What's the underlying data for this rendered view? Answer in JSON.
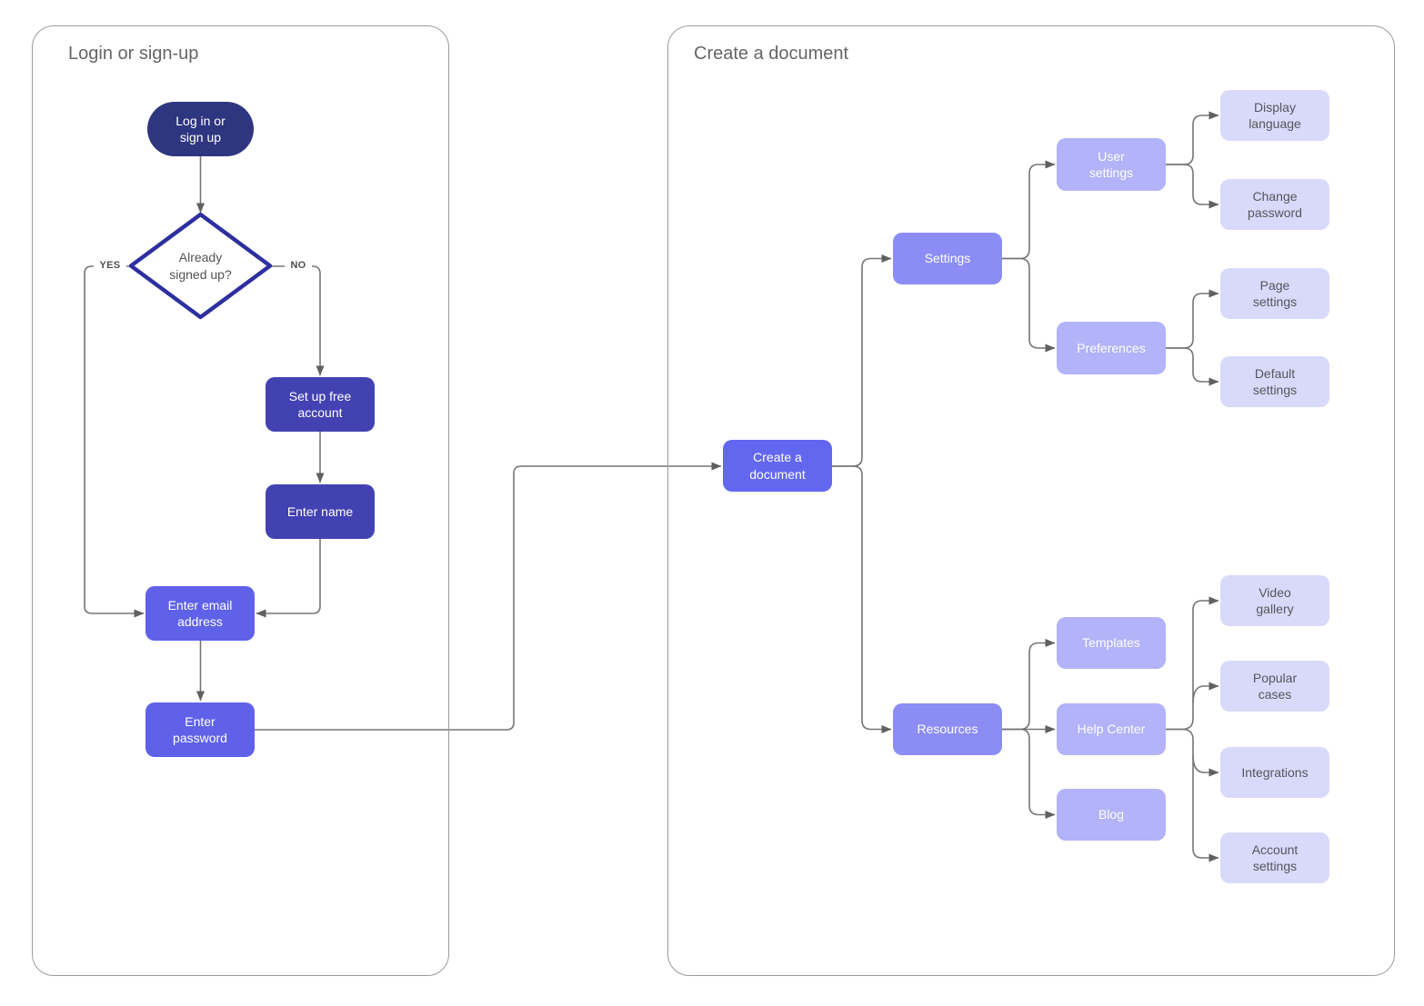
{
  "containers": {
    "login": {
      "title": "Login or sign-up"
    },
    "create": {
      "title": "Create a document"
    }
  },
  "edge_labels": {
    "yes": "YES",
    "no": "NO"
  },
  "nodes": {
    "login_start": {
      "label": "Log in or\nsign up",
      "color": "#2f3680"
    },
    "already_signed_up": {
      "label": "Already\nsigned up?",
      "border_color": "#2d2fa0",
      "fill": "#ffffff"
    },
    "setup_free_account": {
      "label": "Set up free\naccount",
      "color": "#4342b2"
    },
    "enter_name": {
      "label": "Enter name",
      "color": "#4342b2"
    },
    "enter_email": {
      "label": "Enter email\naddress",
      "color": "#5f61e8"
    },
    "enter_password": {
      "label": "Enter\npassword",
      "color": "#5f61e8"
    },
    "create_document": {
      "label": "Create a\ndocument",
      "color": "#6367f0"
    },
    "settings": {
      "label": "Settings",
      "color": "#8b8df4"
    },
    "resources": {
      "label": "Resources",
      "color": "#8b8df4"
    },
    "user_settings": {
      "label": "User\nsettings",
      "color": "#b2b3f8"
    },
    "preferences": {
      "label": "Preferences",
      "color": "#b2b3f8"
    },
    "templates": {
      "label": "Templates",
      "color": "#b2b3f8"
    },
    "help_center": {
      "label": "Help Center",
      "color": "#b2b3f8"
    },
    "blog": {
      "label": "Blog",
      "color": "#b2b3f8"
    },
    "display_language": {
      "label": "Display\nlanguage",
      "color": "#d9d9fb"
    },
    "change_password": {
      "label": "Change\npassword",
      "color": "#d9d9fb"
    },
    "page_settings": {
      "label": "Page\nsettings",
      "color": "#d9d9fb"
    },
    "default_settings": {
      "label": "Default\nsettings",
      "color": "#d9d9fb"
    },
    "video_gallery": {
      "label": "Video\ngallery",
      "color": "#d9d9fb"
    },
    "popular_cases": {
      "label": "Popular\ncases",
      "color": "#d9d9fb"
    },
    "integrations": {
      "label": "Integrations",
      "color": "#d9d9fb"
    },
    "account_settings": {
      "label": "Account\nsettings",
      "color": "#d9d9fb"
    }
  },
  "colors": {
    "frame_border": "#9b9b9b",
    "frame_title_text": "#666666",
    "connector": "#757575",
    "arrowhead": "#606060",
    "diamond_border": "#2d2fa0",
    "dark_node_text": "#ffffff",
    "pale_node_text": "#56565c",
    "edge_label_text": "#4e4e4e"
  }
}
